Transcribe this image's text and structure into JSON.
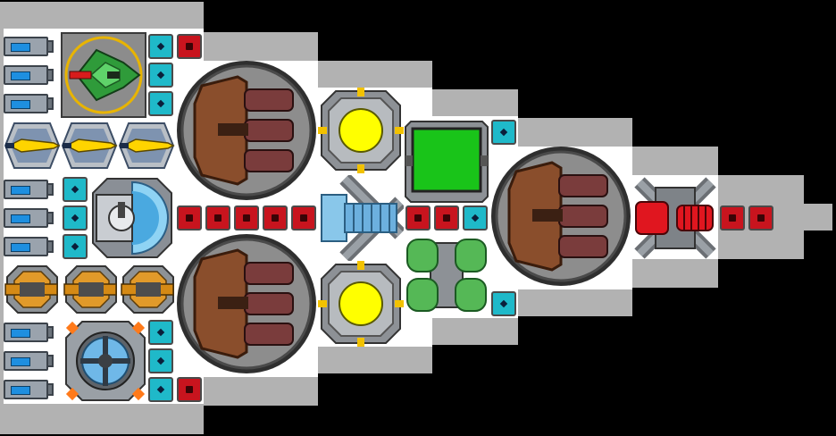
{
  "ship": {
    "name": "",
    "colors": {
      "hull": "#b2b2b2",
      "floor": "#ffffff",
      "space": "#000000",
      "shield_tile": "#1fb9c9",
      "weapon_tile": "#c8141e",
      "reactor_yellow": "#ffff00",
      "medbay_green": "#19c419"
    },
    "modules": [
      {
        "name": "fighter-bay",
        "icon": "green-fighter-icon"
      },
      {
        "name": "missile-launchers",
        "icon": "yellow-missile-icon",
        "count": 3
      },
      {
        "name": "radar-dome",
        "icon": "radar-dome-icon"
      },
      {
        "name": "cannon-turrets",
        "icon": "orange-cannon-icon",
        "count": 3
      },
      {
        "name": "cargo-hub",
        "icon": "cargo-hub-icon"
      },
      {
        "name": "triple-barrel-turrets",
        "icon": "brown-turret-icon",
        "count": 3
      },
      {
        "name": "reactors",
        "icon": "yellow-reactor-icon",
        "count": 2
      },
      {
        "name": "medbay",
        "icon": "green-screen-icon"
      },
      {
        "name": "ion-thruster",
        "icon": "blue-thruster-icon"
      },
      {
        "name": "fuel-tanks",
        "icon": "green-tank-icon"
      },
      {
        "name": "laser-core",
        "icon": "red-laser-icon"
      }
    ]
  }
}
